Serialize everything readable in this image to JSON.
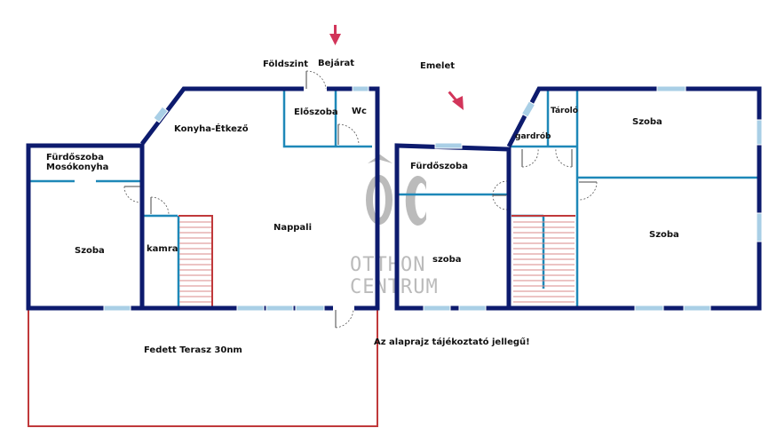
{
  "labels": {
    "foldszint": "Földszint",
    "bejarat": "Bejárat",
    "emelet": "Emelet",
    "konyha_etkezo": "Konyha-Étkező",
    "eloszoba": "Előszoba",
    "wc": "Wc",
    "furdoszoba_mosokonyha_line1": "Fürdőszoba",
    "furdoszoba_mosokonyha_line2": "Mosókonyha",
    "szoba_left": "Szoba",
    "kamra": "kamra",
    "nappali": "Nappali",
    "fedett_terasz": "Fedett Terasz 30nm",
    "disclaimer": "Az alaprajz tájékoztató jellegű!",
    "furdoszoba_upper": "Fürdőszoba",
    "szoba_upper_small": "szoba",
    "gardrob": "gardrób",
    "tarolo": "Tároló",
    "szoba_upper_top": "Szoba",
    "szoba_upper_bottom": "Szoba"
  },
  "watermark": {
    "logo_glyph": "ÓC",
    "line1": "OTTHON",
    "line2": "CENTRUM"
  },
  "colors": {
    "exterior_wall": "#0d1b6e",
    "interior_wall": "#1e88b8",
    "terrace_outline": "#c0393b",
    "window": "#a9cfe6",
    "entry_arrow": "#d2355a",
    "watermark": "#b0b0b0"
  }
}
